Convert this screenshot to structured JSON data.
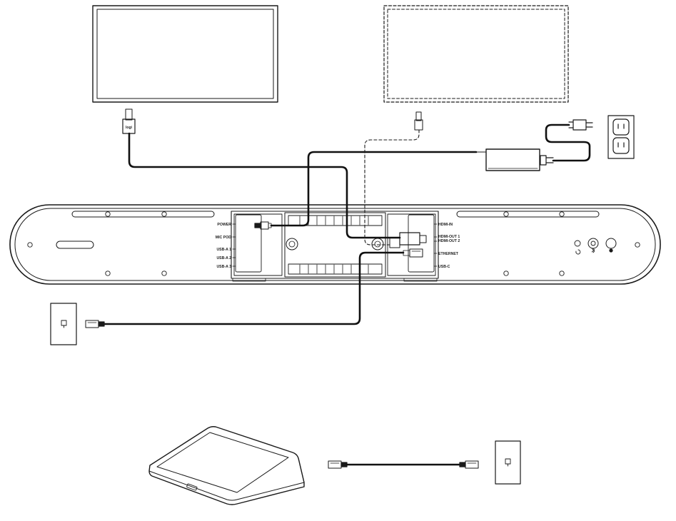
{
  "colors": {
    "line": "#1a1a1a",
    "background": "#ffffff",
    "cable": "#111111"
  },
  "device": {
    "left_ports": [
      {
        "key": "power",
        "label": "POWER"
      },
      {
        "key": "mic_pod",
        "label": "MIC POD"
      },
      {
        "key": "usb_a1",
        "label": "USB-A 1"
      },
      {
        "key": "usb_a2",
        "label": "USB-A 2"
      },
      {
        "key": "usb_a3",
        "label": "USB-A 3"
      }
    ],
    "right_ports": [
      {
        "key": "hdmi_in",
        "label": "HDMI-IN"
      },
      {
        "key": "hdmi_out1",
        "label": "HDMI-OUT 1"
      },
      {
        "key": "hdmi_out2",
        "label": "HDMI-OUT 2"
      },
      {
        "key": "ethernet",
        "label": "ETHERNET"
      },
      {
        "key": "usb_c",
        "label": "USB-C"
      }
    ],
    "icons": [
      "lock-slot-icon",
      "bluetooth-icon",
      "reset-button-icon"
    ]
  },
  "connectors": {
    "brand_mark": "logi"
  }
}
